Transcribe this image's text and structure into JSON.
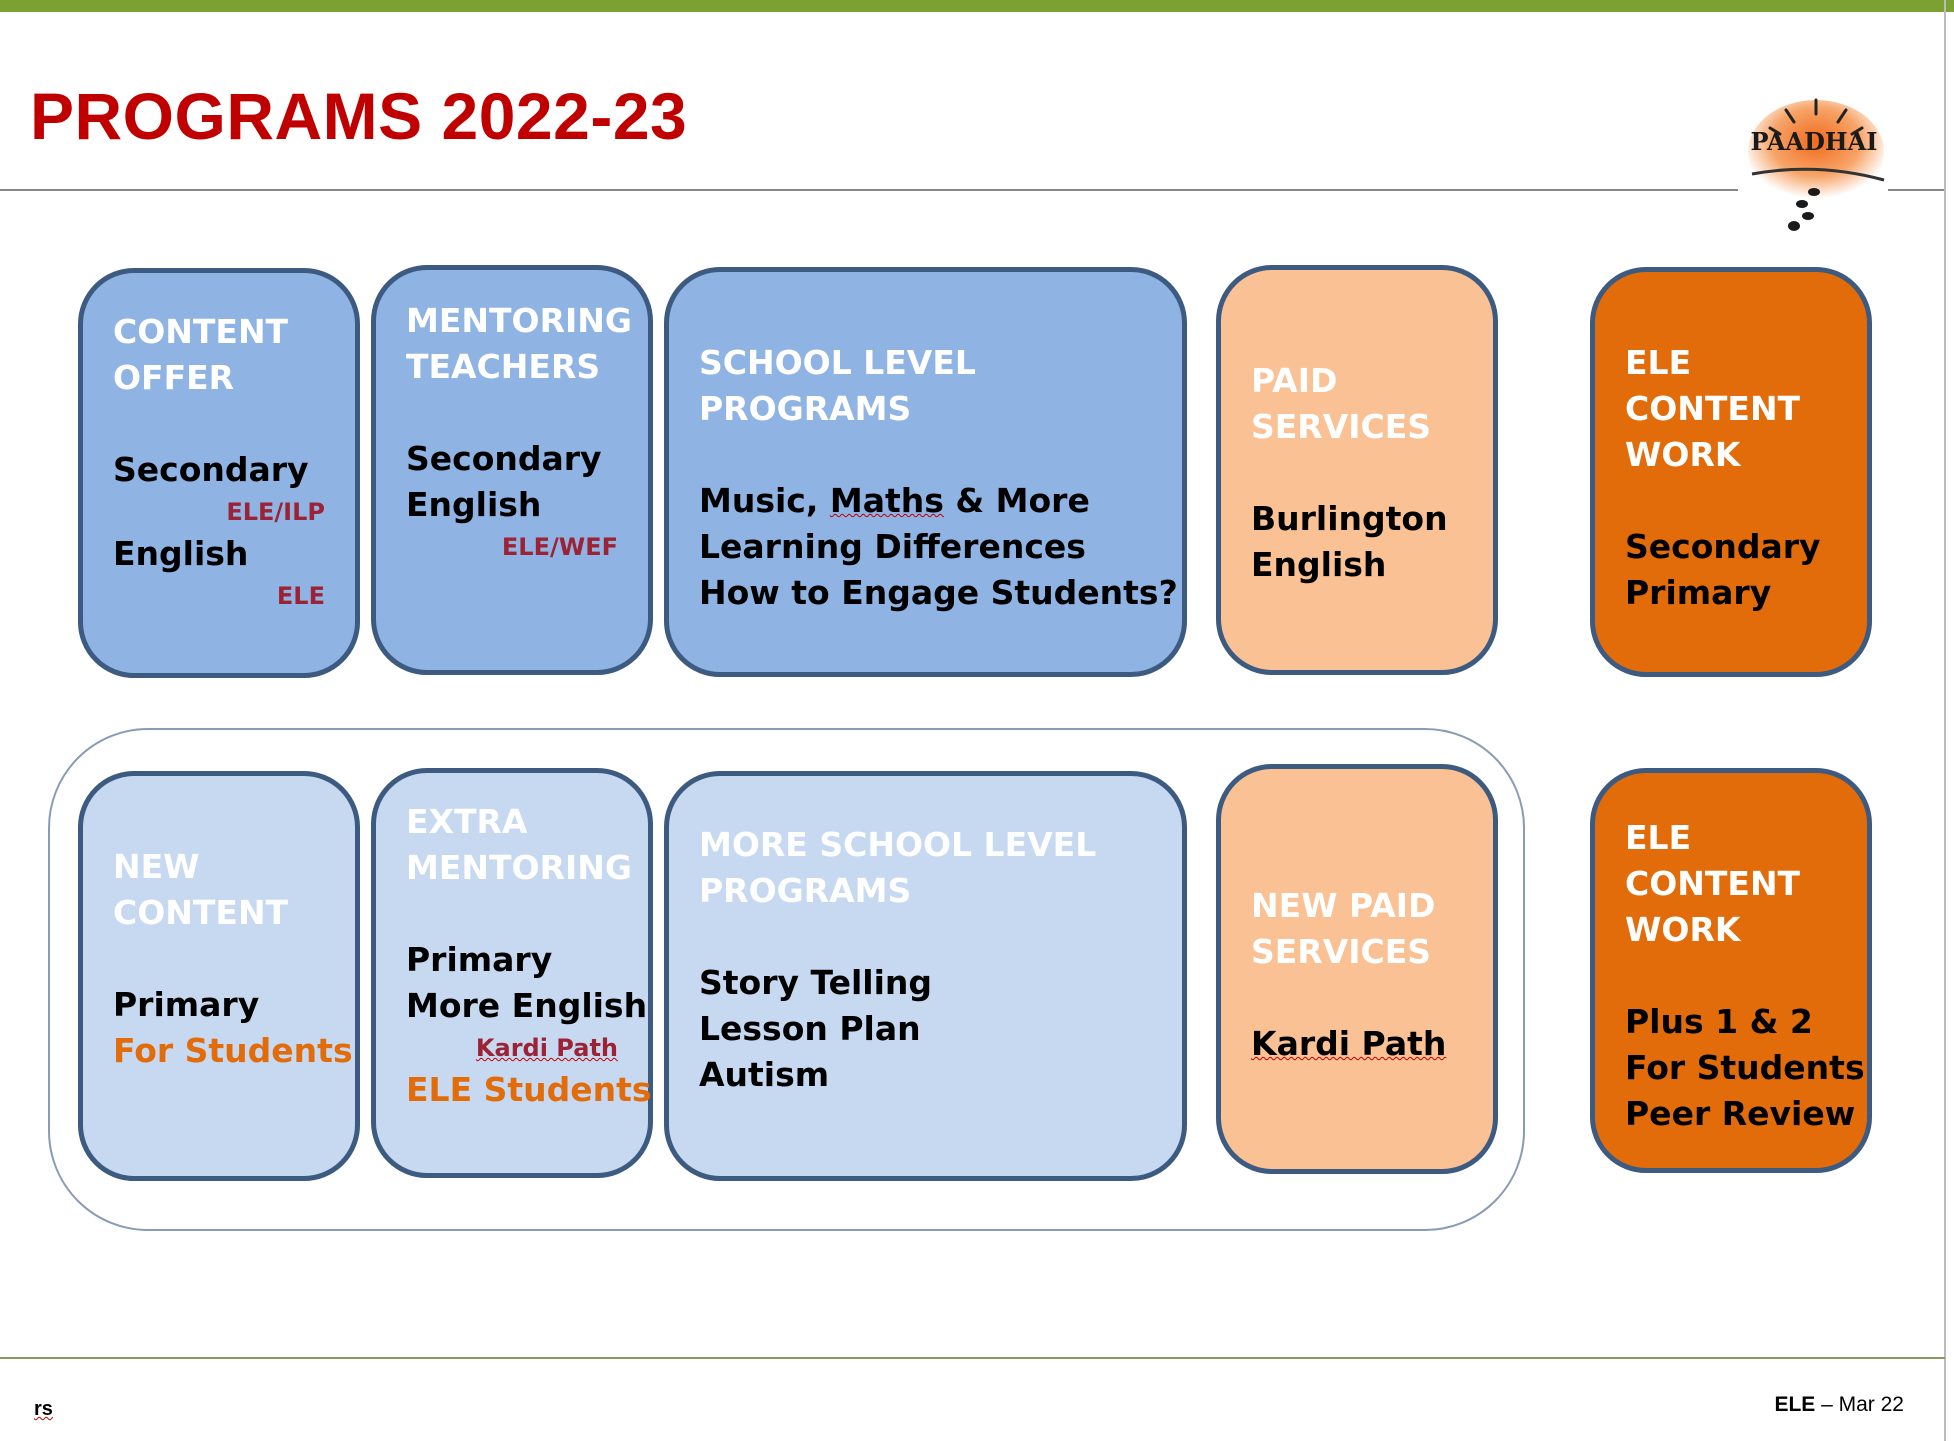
{
  "slide": {
    "title": "PROGRAMS 2022-23",
    "accent_color": "#7ba133",
    "title_color": "#c00000"
  },
  "logo": {
    "text": "PAADHAI"
  },
  "row1": {
    "content_offer": {
      "heading": [
        "CONTENT",
        "OFFER"
      ],
      "item1": "Secondary",
      "tag1": "ELE/ILP",
      "item2": "English",
      "tag2": "ELE"
    },
    "mentoring_teachers": {
      "heading": [
        "MENTORING",
        "TEACHERS"
      ],
      "item1": "Secondary",
      "item2": "English",
      "tag": "ELE/WEF"
    },
    "school_level": {
      "heading": [
        "SCHOOL LEVEL",
        "PROGRAMS"
      ],
      "item1_a": "Music, ",
      "item1_b": "Maths",
      "item1_c": " & More",
      "item2": "Learning Differences",
      "item3": "How to Engage Students?"
    },
    "paid_services": {
      "heading": [
        "PAID",
        "SERVICES"
      ],
      "item1": "Burlington",
      "item2": "English"
    },
    "ele_content_work": {
      "heading": [
        "ELE",
        "CONTENT",
        "WORK"
      ],
      "item1": "Secondary",
      "item2": "Primary"
    }
  },
  "row2": {
    "new_content": {
      "heading": [
        "NEW",
        "CONTENT"
      ],
      "item1": "Primary",
      "item2": "For Students"
    },
    "extra_mentoring": {
      "heading": [
        "EXTRA",
        "MENTORING"
      ],
      "item1": "Primary",
      "item2": "More English",
      "tag": "Kardi Path",
      "item3": "ELE Students"
    },
    "more_school_level": {
      "heading": [
        "MORE SCHOOL LEVEL",
        "PROGRAMS"
      ],
      "item1": "Story Telling",
      "item2": "Lesson Plan",
      "item3": "Autism"
    },
    "new_paid_services": {
      "heading": [
        "NEW PAID",
        "SERVICES"
      ],
      "item1": "Kardi Path"
    },
    "ele_content_work": {
      "heading": [
        "ELE",
        "CONTENT",
        "WORK"
      ],
      "item1": "Plus 1 & 2",
      "item2": "For Students",
      "item3": "Peer Review"
    }
  },
  "footer": {
    "left": "rs",
    "right_bold": "ELE",
    "right_rest": " – Mar 22"
  }
}
